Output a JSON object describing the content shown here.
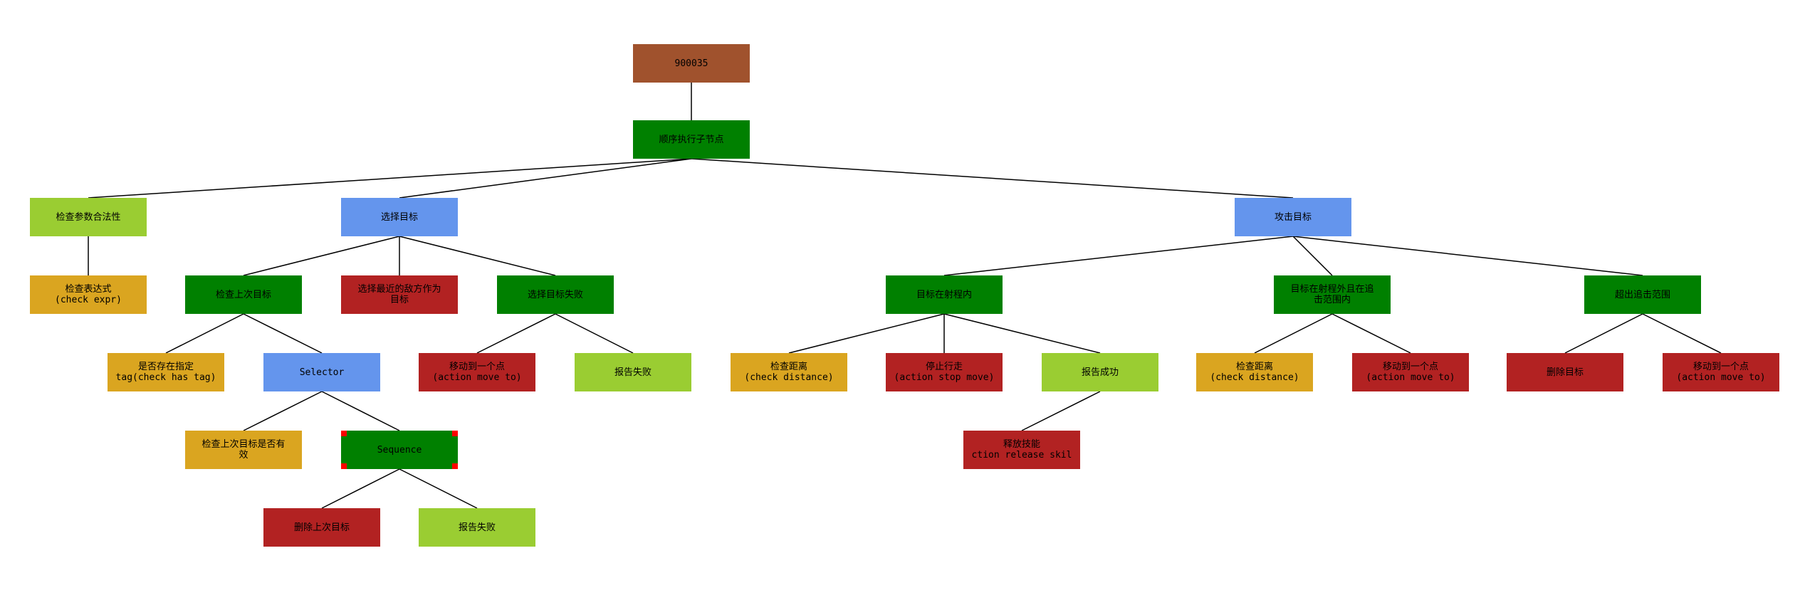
{
  "colors": {
    "root": "#a0522d",
    "composite": "#008000",
    "selector": "#6495ed",
    "condition": "#daa520",
    "action": "#b22222",
    "report": "#9acd32",
    "edge": "#000000",
    "marker": "#ff0000"
  },
  "nodes": [
    {
      "id": "root",
      "type": "root",
      "lines": [
        "900035"
      ]
    },
    {
      "id": "seq_main",
      "type": "composite",
      "lines": [
        "顺序执行子节点"
      ]
    },
    {
      "id": "check_params",
      "type": "report",
      "lines": [
        "检查参数合法性"
      ]
    },
    {
      "id": "check_expr",
      "type": "condition",
      "lines": [
        "检查表达式",
        "(check expr)"
      ]
    },
    {
      "id": "select_target",
      "type": "selector",
      "lines": [
        "选择目标"
      ]
    },
    {
      "id": "check_last_target",
      "type": "composite",
      "lines": [
        "检查上次目标"
      ]
    },
    {
      "id": "has_tag",
      "type": "condition",
      "lines": [
        "是否存在指定",
        "tag(check has tag)"
      ]
    },
    {
      "id": "selector_inner",
      "type": "selector",
      "lines": [
        "Selector"
      ]
    },
    {
      "id": "last_target_valid",
      "type": "condition",
      "lines": [
        "检查上次目标是否有",
        "效"
      ]
    },
    {
      "id": "sequence_inner",
      "type": "composite",
      "lines": [
        "Sequence"
      ]
    },
    {
      "id": "clear_last_target",
      "type": "action",
      "lines": [
        "删除上次目标"
      ]
    },
    {
      "id": "report_fail_1",
      "type": "report",
      "lines": [
        "报告失败"
      ]
    },
    {
      "id": "choose_nearest",
      "type": "action",
      "lines": [
        "选择最近的敌方作为",
        "目标"
      ]
    },
    {
      "id": "select_fail",
      "type": "composite",
      "lines": [
        "选择目标失败"
      ]
    },
    {
      "id": "move_point_1",
      "type": "action",
      "lines": [
        "移动到一个点",
        "(action move to)"
      ]
    },
    {
      "id": "report_fail_2",
      "type": "report",
      "lines": [
        "报告失败"
      ]
    },
    {
      "id": "attack_target",
      "type": "selector",
      "lines": [
        "攻击目标"
      ]
    },
    {
      "id": "in_range",
      "type": "composite",
      "lines": [
        "目标在射程内"
      ]
    },
    {
      "id": "check_dist_1",
      "type": "condition",
      "lines": [
        "检查距离",
        "(check distance)"
      ]
    },
    {
      "id": "stop_move",
      "type": "action",
      "lines": [
        "停止行走",
        "(action stop move)"
      ]
    },
    {
      "id": "report_success",
      "type": "report",
      "lines": [
        "报告成功"
      ]
    },
    {
      "id": "release_skill",
      "type": "action",
      "lines": [
        "释放技能",
        "ction release skil"
      ]
    },
    {
      "id": "in_chase_range",
      "type": "composite",
      "lines": [
        "目标在射程外且在追",
        "击范围内"
      ]
    },
    {
      "id": "check_dist_2",
      "type": "condition",
      "lines": [
        "检查距离",
        "(check distance)"
      ]
    },
    {
      "id": "move_point_2",
      "type": "action",
      "lines": [
        "移动到一个点",
        "(action move to)"
      ]
    },
    {
      "id": "out_of_range",
      "type": "composite",
      "lines": [
        "超出追击范围"
      ]
    },
    {
      "id": "delete_target",
      "type": "action",
      "lines": [
        "删除目标"
      ]
    },
    {
      "id": "move_point_3",
      "type": "action",
      "lines": [
        "移动到一个点",
        "(action move to)"
      ]
    }
  ],
  "edges": [
    [
      "root",
      "seq_main"
    ],
    [
      "seq_main",
      "check_params"
    ],
    [
      "seq_main",
      "select_target"
    ],
    [
      "seq_main",
      "attack_target"
    ],
    [
      "check_params",
      "check_expr"
    ],
    [
      "select_target",
      "check_last_target"
    ],
    [
      "select_target",
      "choose_nearest"
    ],
    [
      "select_target",
      "select_fail"
    ],
    [
      "check_last_target",
      "has_tag"
    ],
    [
      "check_last_target",
      "selector_inner"
    ],
    [
      "selector_inner",
      "last_target_valid"
    ],
    [
      "selector_inner",
      "sequence_inner"
    ],
    [
      "sequence_inner",
      "clear_last_target"
    ],
    [
      "sequence_inner",
      "report_fail_1"
    ],
    [
      "select_fail",
      "move_point_1"
    ],
    [
      "select_fail",
      "report_fail_2"
    ],
    [
      "attack_target",
      "in_range"
    ],
    [
      "attack_target",
      "in_chase_range"
    ],
    [
      "attack_target",
      "out_of_range"
    ],
    [
      "in_range",
      "check_dist_1"
    ],
    [
      "in_range",
      "stop_move"
    ],
    [
      "in_range",
      "report_success"
    ],
    [
      "report_success",
      "release_skill"
    ],
    [
      "in_chase_range",
      "check_dist_2"
    ],
    [
      "in_chase_range",
      "move_point_2"
    ],
    [
      "out_of_range",
      "delete_target"
    ],
    [
      "out_of_range",
      "move_point_3"
    ]
  ]
}
